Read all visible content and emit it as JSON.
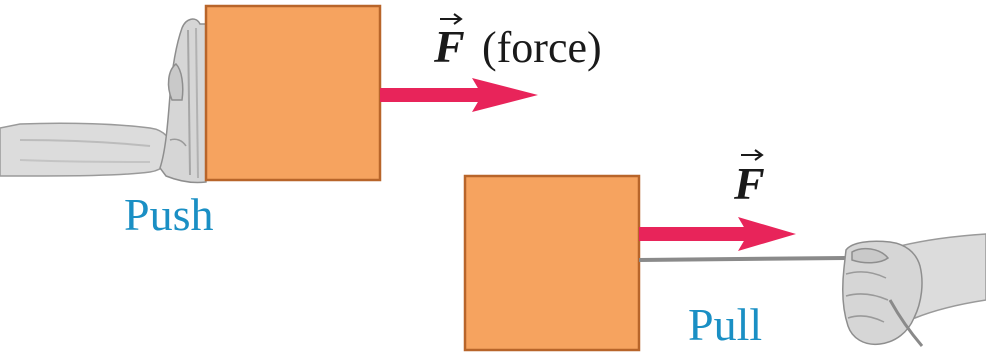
{
  "push": {
    "caption": "Push",
    "force_symbol": "F",
    "force_text": "(force)"
  },
  "pull": {
    "caption": "Pull",
    "force_symbol": "F"
  },
  "colors": {
    "block_fill": "#f6a35f",
    "block_stroke": "#b8652a",
    "arrow": "#e8245a",
    "caption": "#1a8fc4",
    "skin": "#dcdcdc",
    "skin_shadow": "#a9a9a9",
    "rope": "#8a8a8a"
  },
  "icons": {
    "pushing_hand": "hand-palm-icon",
    "pulling_hand": "hand-grip-icon"
  }
}
